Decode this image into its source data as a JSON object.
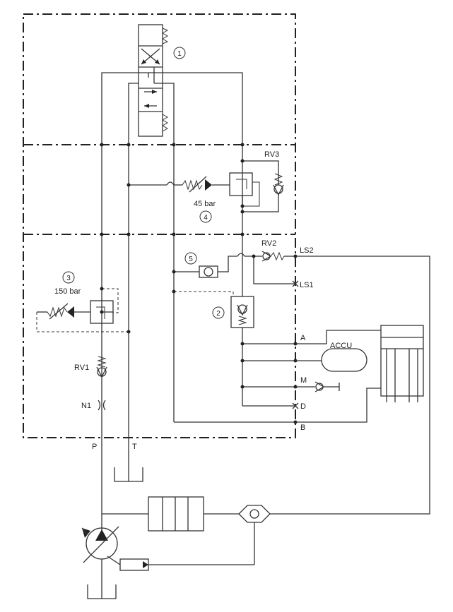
{
  "labels": {
    "rv3": "RV3",
    "rv2": "RV2",
    "rv1": "RV1",
    "n1": "N1",
    "ls2": "LS2",
    "ls1": "LS1",
    "a": "A",
    "m": "M",
    "d": "D",
    "b": "B",
    "p": "P",
    "t": "T",
    "accu": "ACCU",
    "p45": "45 bar",
    "p150": "150 bar"
  },
  "callouts": {
    "c1": "1",
    "c2": "2",
    "c3": "3",
    "c4": "4",
    "c5": "5"
  }
}
